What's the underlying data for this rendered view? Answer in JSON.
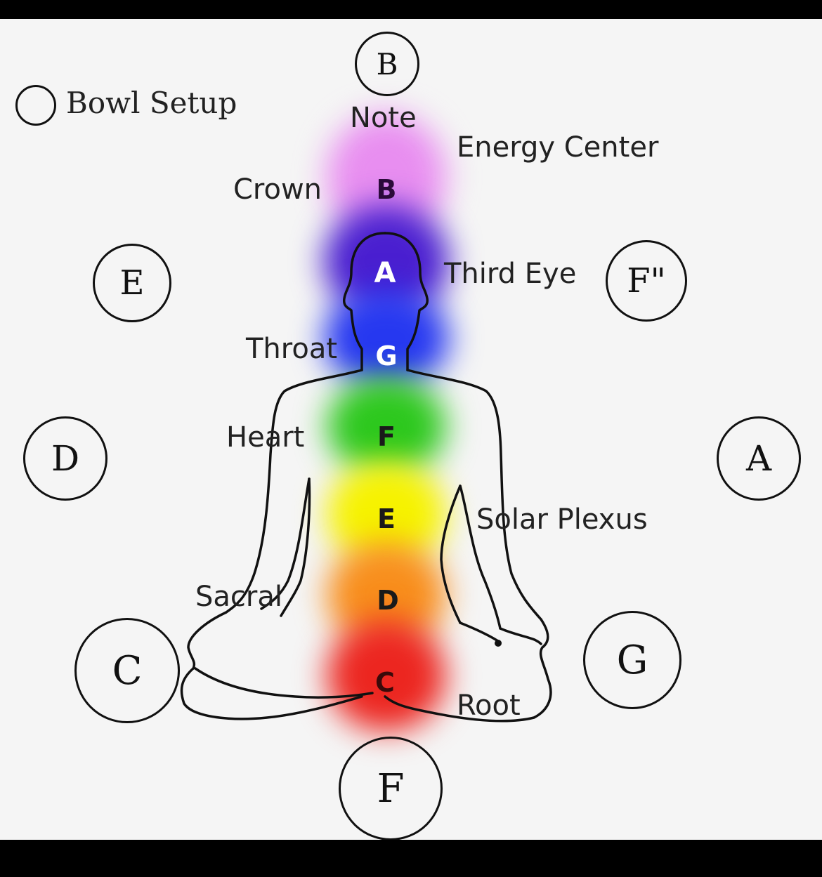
{
  "legend": {
    "label": "Bowl Setup"
  },
  "headers": {
    "note": "Note",
    "energy_center": "Energy Center"
  },
  "top_bowl": {
    "note": "B"
  },
  "bowls": [
    {
      "note": "E"
    },
    {
      "note": "F\""
    },
    {
      "note": "D"
    },
    {
      "note": "A"
    },
    {
      "note": "C"
    },
    {
      "note": "G"
    },
    {
      "note": "F"
    }
  ],
  "chakras": [
    {
      "name": "Crown",
      "note": "B",
      "color": "#e58be9"
    },
    {
      "name": "Third Eye",
      "note": "A",
      "color": "#3a13b5"
    },
    {
      "name": "Throat",
      "note": "G",
      "color": "#1e2ee8"
    },
    {
      "name": "Heart",
      "note": "F",
      "color": "#27c21a"
    },
    {
      "name": "Solar Plexus",
      "note": "E",
      "color": "#f4f000"
    },
    {
      "name": "Sacral",
      "note": "D",
      "color": "#f58a1c"
    },
    {
      "name": "Root",
      "note": "C",
      "color": "#e8261d"
    }
  ]
}
